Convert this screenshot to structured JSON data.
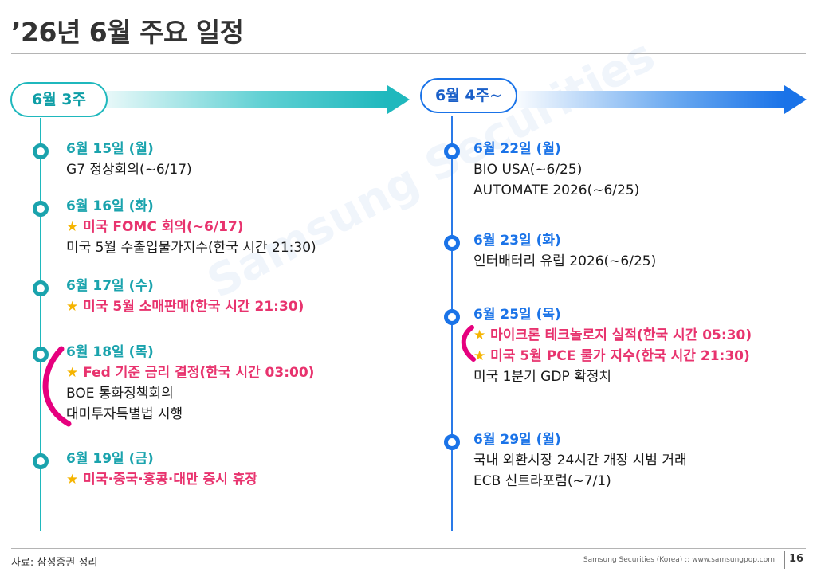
{
  "page": {
    "title": "’26년 6월 주요 일정",
    "watermark": "Samsung Securities"
  },
  "weeks": {
    "w3": {
      "label": "6월 3주",
      "events": [
        {
          "date": "6월 15일 (월)",
          "lines": [
            "G7 정상회의(~6/17)"
          ]
        },
        {
          "date": "6월 16일 (화)",
          "star_line": "미국 FOMC 회의(~6/17)",
          "lines": [
            "미국 5월 수출입물가지수(한국 시간 21:30)"
          ]
        },
        {
          "date": "6월 17일 (수)",
          "star_line": "미국 5월 소매판매(한국 시간 21:30)"
        },
        {
          "date": "6월 18일 (목)",
          "star_line": "Fed 기준 금리 결정(한국 시간 03:00)",
          "lines": [
            "BOE 통화정책회의",
            "대미투자특별법 시행"
          ]
        },
        {
          "date": "6월 19일 (금)",
          "star_line": "미국·중국·홍콩·대만 증시 휴장"
        }
      ]
    },
    "w4": {
      "label": "6월 4주~",
      "events": [
        {
          "date": "6월 22일 (월)",
          "lines": [
            "BIO USA(~6/25)",
            "AUTOMATE 2026(~6/25)"
          ]
        },
        {
          "date": "6월 23일 (화)",
          "lines": [
            "인터배터리 유럽 2026(~6/25)"
          ]
        },
        {
          "date": "6월 25일 (목)",
          "star_lines": [
            "마이크론 테크놀로지 실적(한국 시간 05:30)",
            "미국 5월 PCE 물가 지수(한국 시간 21:30)"
          ],
          "lines": [
            "미국 1분기 GDP 확정치"
          ]
        },
        {
          "date": "6월 29일 (월)",
          "lines": [
            "국내 외환시장 24시간 개장 시범 거래",
            "ECB 신트라포럼(~7/1)"
          ]
        }
      ]
    }
  },
  "icons": {
    "star": "★"
  },
  "colors": {
    "teal": "#1aa3ad",
    "blue": "#1a73e8",
    "highlight": "#e8336e",
    "star": "#f5b400"
  },
  "footer": {
    "source": "자료: 삼성증권 정리",
    "company": "Samsung Securities (Korea) :: www.samsungpop.com",
    "page_number": "16"
  }
}
